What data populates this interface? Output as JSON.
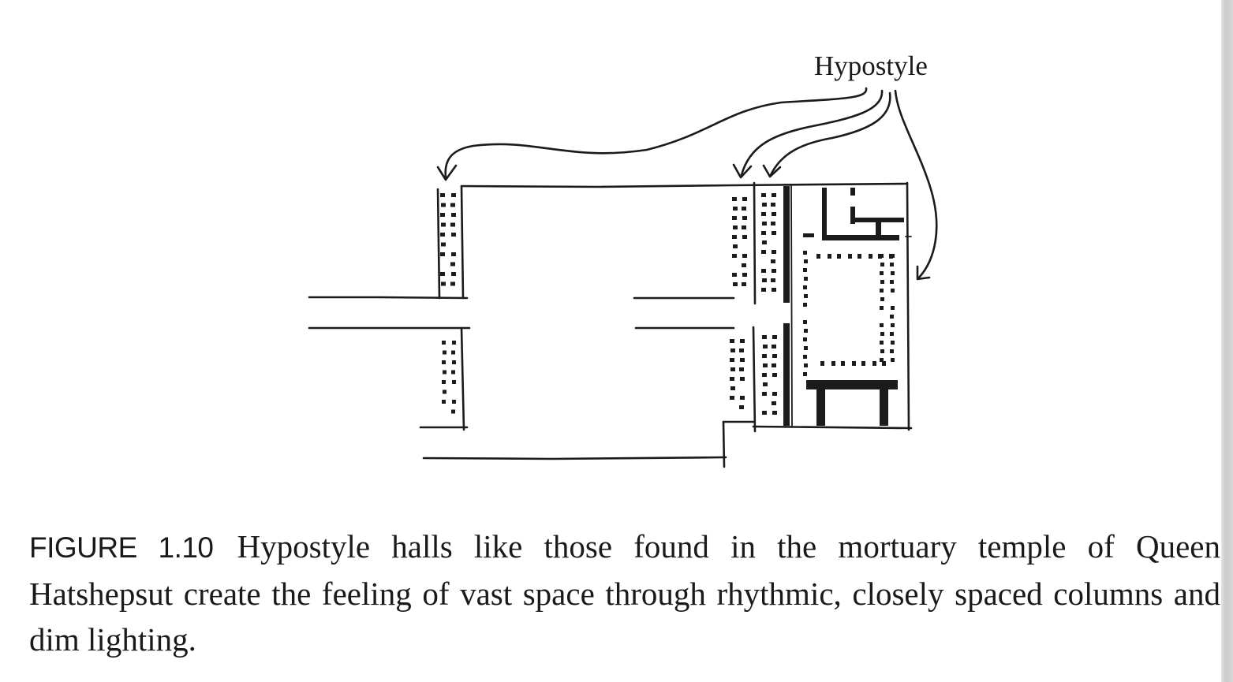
{
  "figure": {
    "callout_label": "Hypostyle",
    "caption_label": "FIGURE 1.10",
    "caption_text": "Hypostyle halls like those found in the mortuary temple of Queen Hatshepsut create the feeling of vast space through rhythmic, closely spaced columns and dim lighting."
  }
}
